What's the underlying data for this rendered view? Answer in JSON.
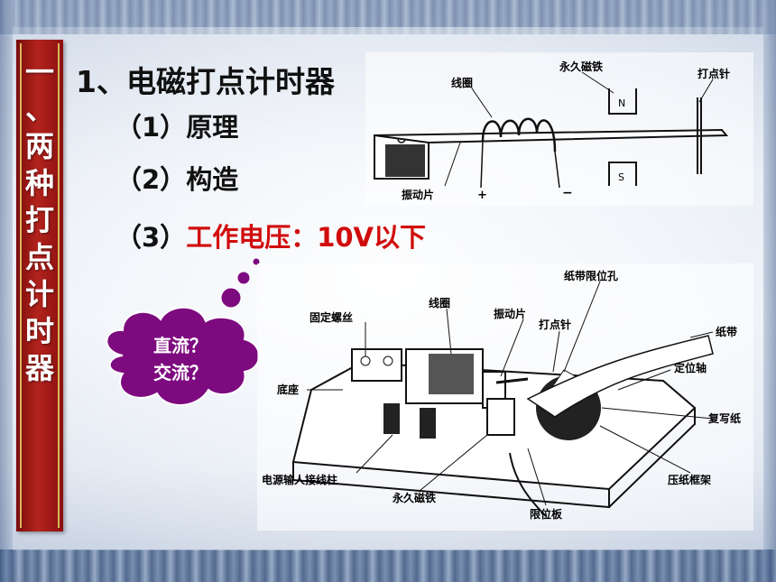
{
  "side_title": [
    "一",
    "、",
    "两",
    "种",
    "打",
    "点",
    "计",
    "时",
    "器"
  ],
  "heading": "1、电磁打点计时器",
  "items": [
    {
      "num": "（1）",
      "text": "原理"
    },
    {
      "num": "（2）",
      "text": "构造"
    },
    {
      "num": "（3）",
      "text": "工作电压：10V以下"
    }
  ],
  "thought_bubble": [
    "直流？",
    "交流？"
  ],
  "diagram_top_labels": {
    "coil": "线圈",
    "permanent_magnet": "永久磁铁",
    "needle": "打点针",
    "vibrator": "振动片",
    "plus": "+",
    "minus": "−",
    "north": "N",
    "south": "S"
  },
  "diagram_bottom_labels": {
    "fixing_screw": "固定螺丝",
    "coil": "线圈",
    "vibrator": "振动片",
    "needle": "打点针",
    "tape_hole": "纸带限位孔",
    "tape": "纸带",
    "positioning_axis": "定位轴",
    "carbon_paper": "复写纸",
    "base": "底座",
    "terminal": "电源输人接线柱",
    "permanent_magnet": "永久磁铁",
    "limit_plate": "限位板",
    "paper_frame": "压纸框架"
  },
  "colors": {
    "side_bg": "#b3231d",
    "accent_red": "#d10b0b",
    "bubble": "#7d0a7f"
  }
}
